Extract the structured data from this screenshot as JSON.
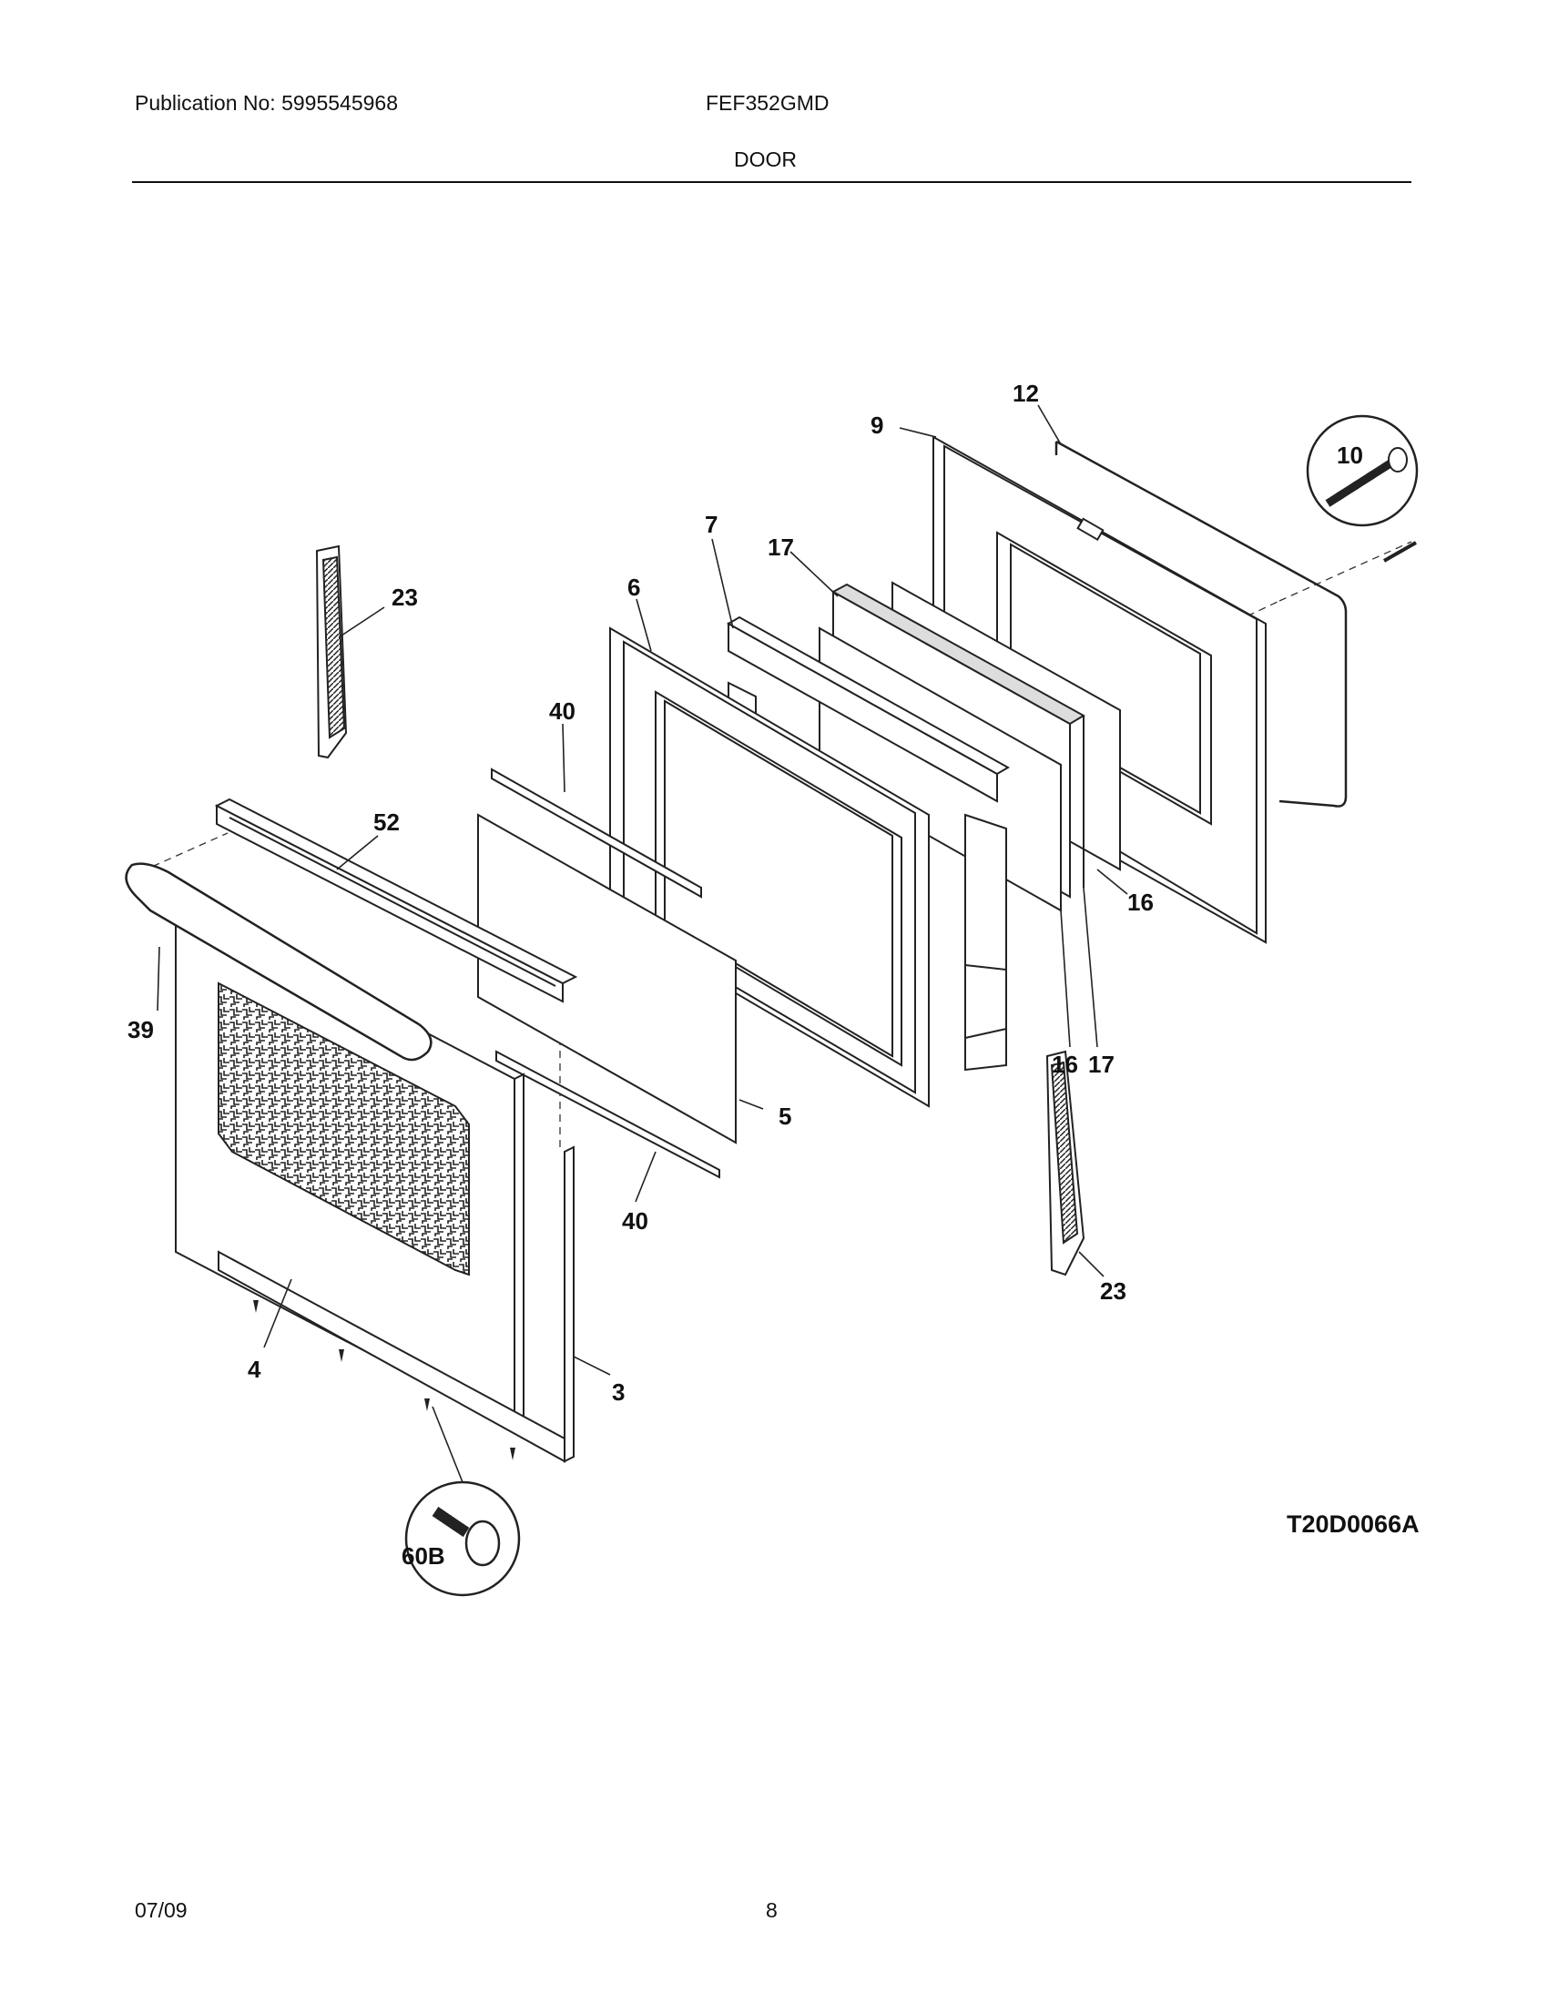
{
  "header": {
    "publication": "Publication No: 5995545968",
    "model": "FEF352GMD",
    "section": "DOOR"
  },
  "diagram": {
    "code": "T20D0066A",
    "callouts": {
      "c12": "12",
      "c9": "9",
      "c10": "10",
      "c7": "7",
      "c17a": "17",
      "c23a": "23",
      "c6": "6",
      "c40a": "40",
      "c52": "52",
      "c16a": "16",
      "c39": "39",
      "c16b": "16",
      "c17b": "17",
      "c5": "5",
      "c40b": "40",
      "c23b": "23",
      "c4": "4",
      "c3": "3",
      "c60b": "60B"
    }
  },
  "footer": {
    "date": "07/09",
    "page": "8"
  }
}
